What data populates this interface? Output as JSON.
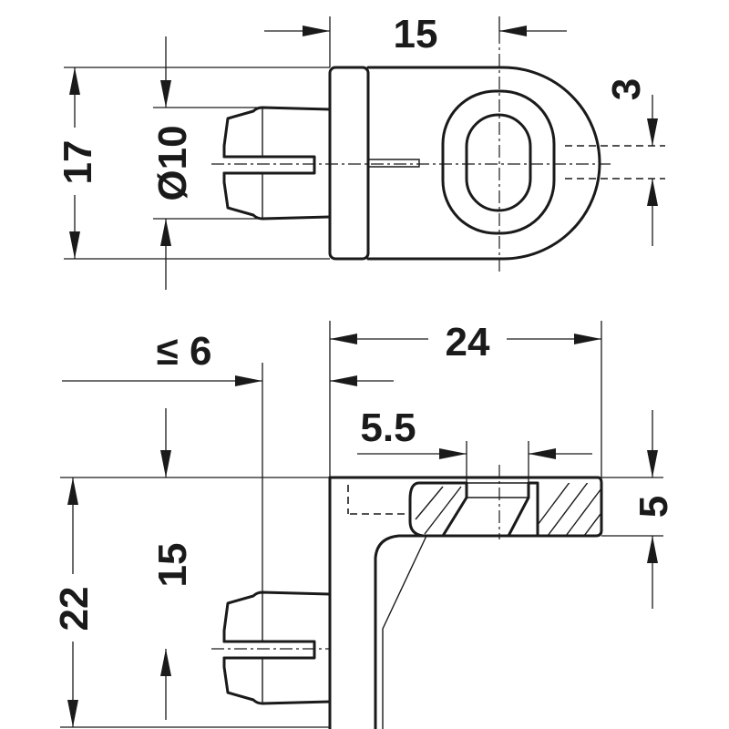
{
  "dimensions": {
    "top_width": "15",
    "top_diameter": "Ø10",
    "top_height": "17",
    "top_slot": "3",
    "front_width": "24",
    "front_gap": "≤ 6",
    "front_hole": "5.5",
    "front_thickness": "5",
    "front_height": "22",
    "front_pin_offset": "15"
  },
  "colors": {
    "line": "#1a1a1a",
    "background": "#ffffff"
  }
}
